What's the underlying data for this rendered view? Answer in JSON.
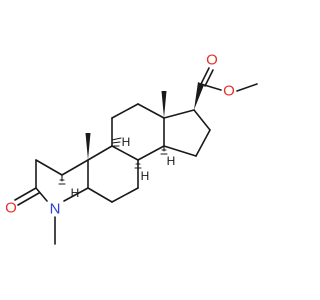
{
  "molecule": {
    "colors": {
      "bond": "#1a1a1a",
      "oxygen": "#e8302a",
      "nitrogen": "#2a3fe0",
      "hydrogen": "#1a1a1a"
    },
    "atom_labels": {
      "ester_carbonyl_o": "O",
      "ester_ether_o": "O",
      "lactam_o": "O",
      "ring_n": "N"
    },
    "stereo_h_labels": {
      "c9_h": "H",
      "c8_h": "H",
      "c14_h": "H",
      "c5_h": "H"
    }
  }
}
